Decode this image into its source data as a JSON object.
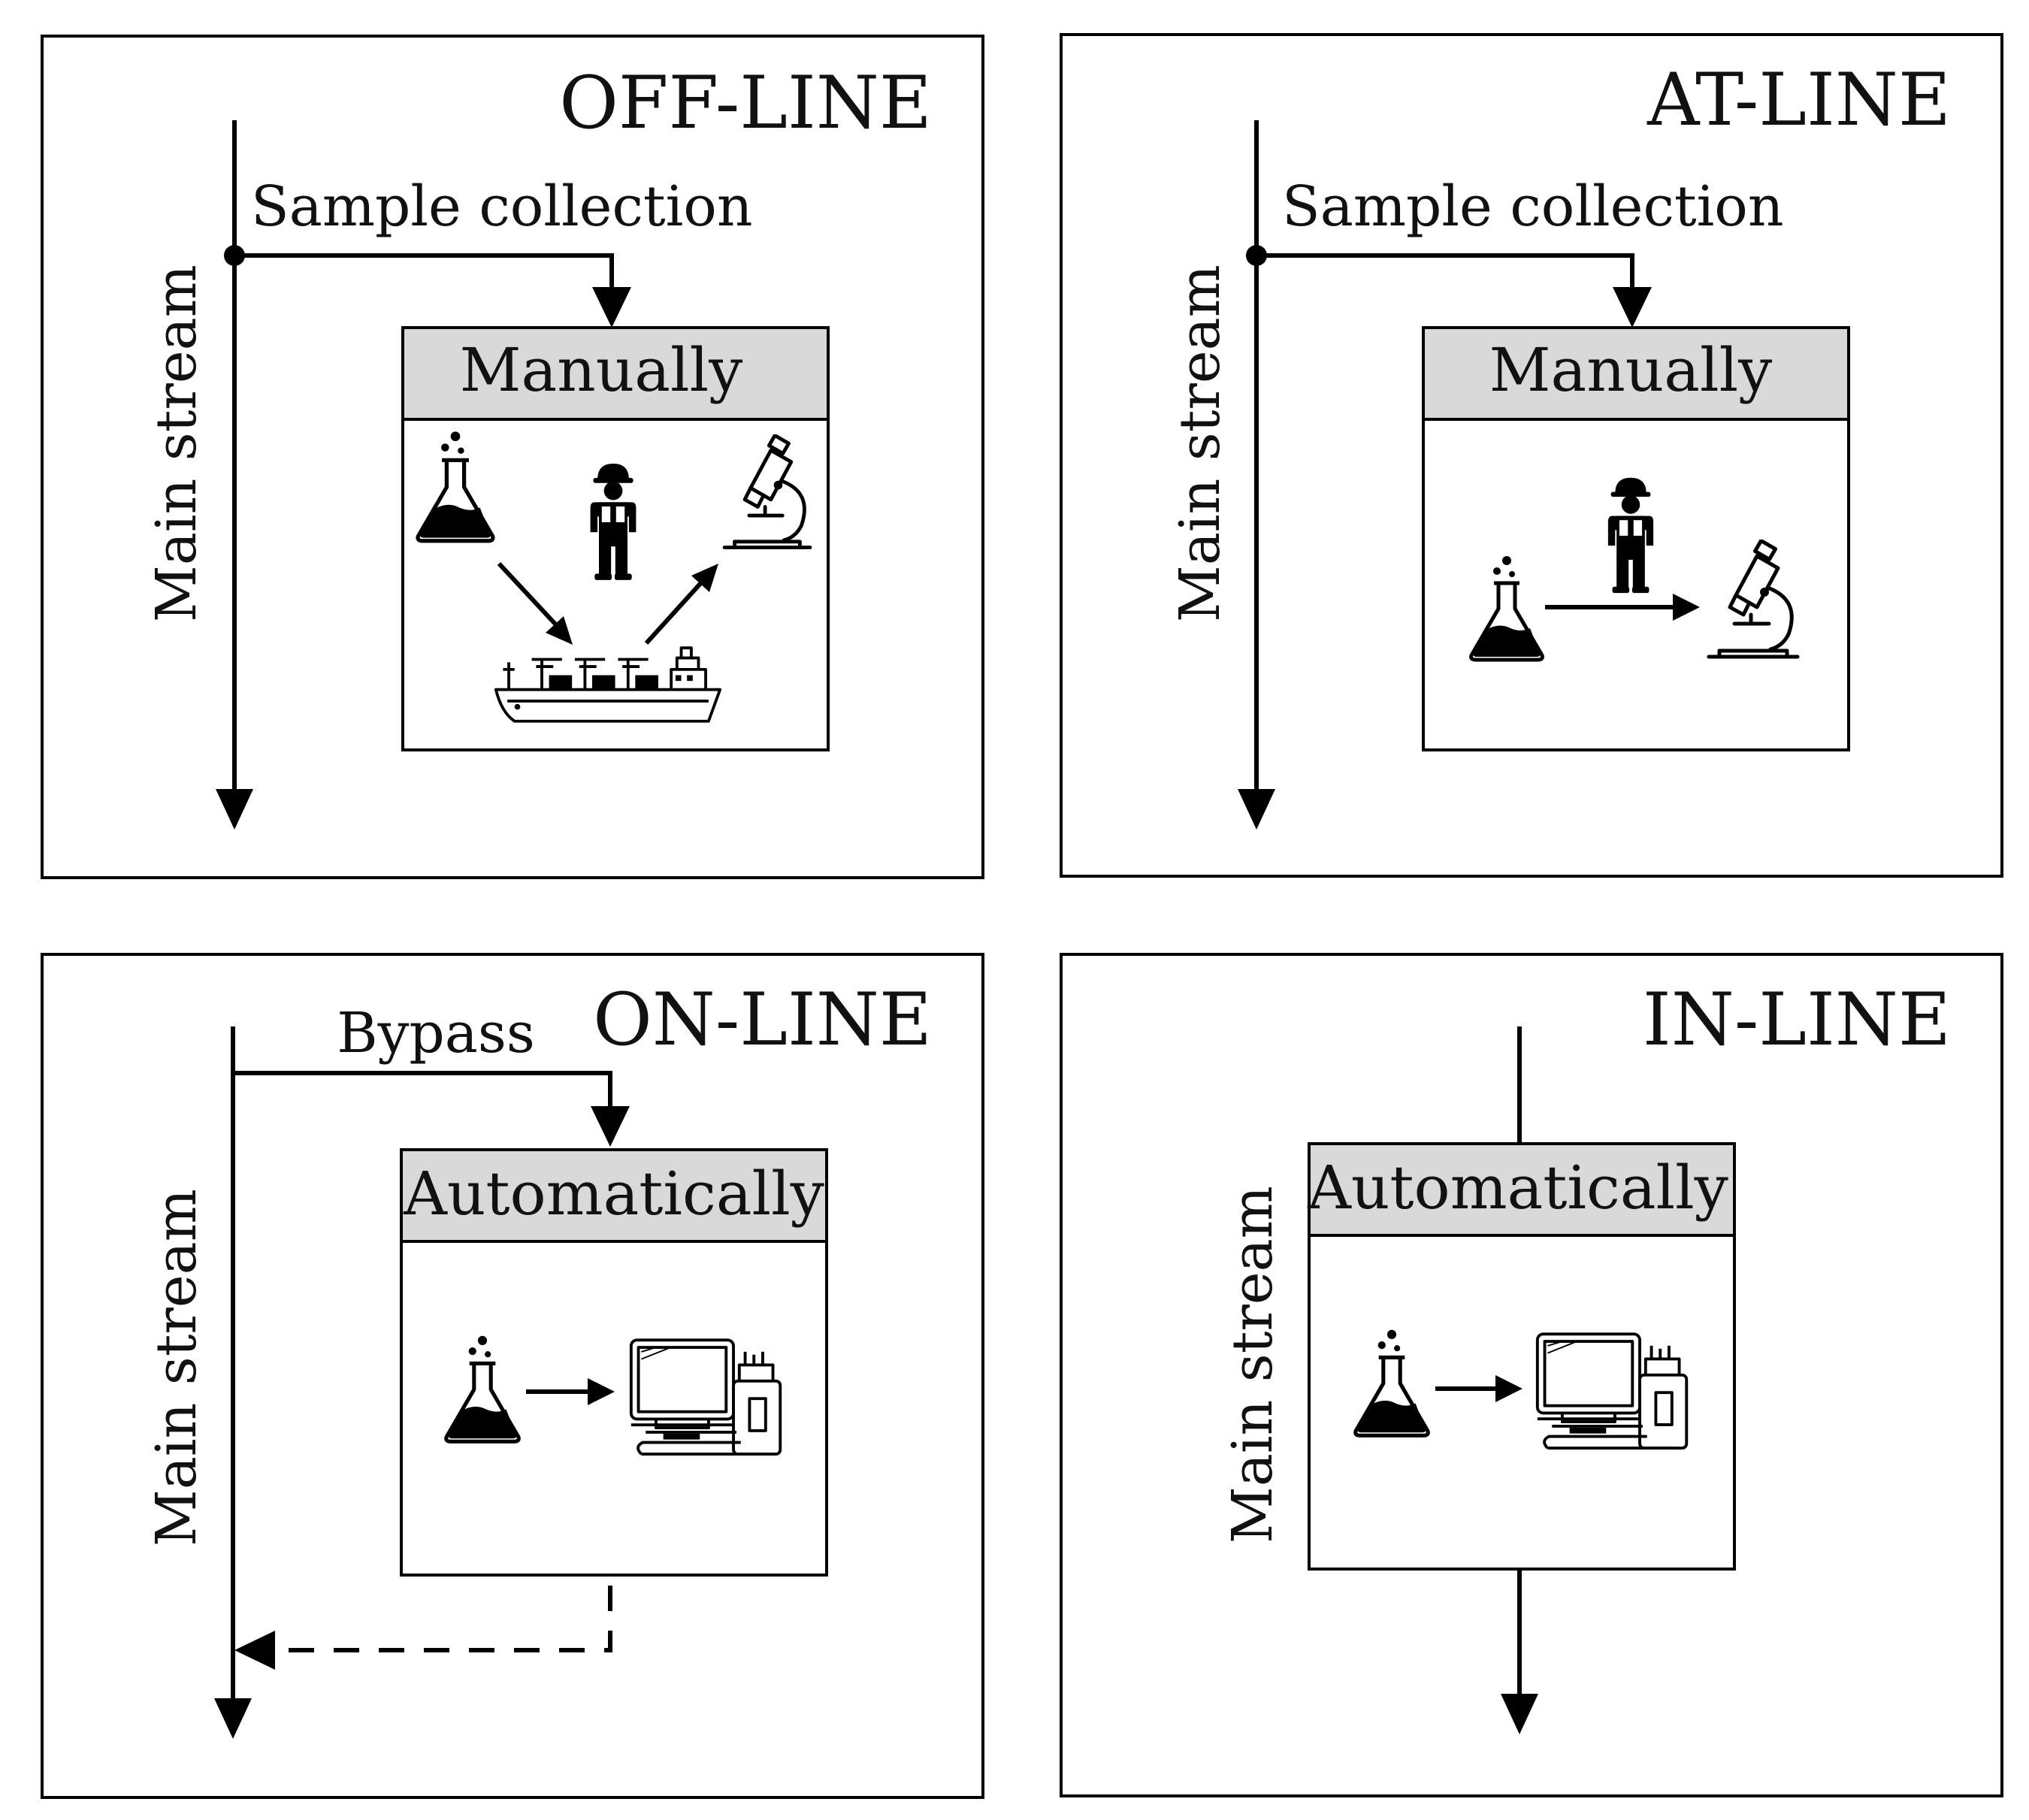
{
  "panels": {
    "off_line": {
      "title": "OFF-LINE",
      "flow_label": "Sample collection",
      "stream_label": "Main stream",
      "box_header": "Manually"
    },
    "at_line": {
      "title": "AT-LINE",
      "flow_label": "Sample collection",
      "stream_label": "Main stream",
      "box_header": "Manually"
    },
    "on_line": {
      "title": "ON-LINE",
      "flow_label": "Bypass",
      "stream_label": "Main stream",
      "box_header": "Automatically"
    },
    "in_line": {
      "title": "IN-LINE",
      "stream_label": "Main stream",
      "box_header": "Automatically"
    }
  },
  "icons": [
    "flask-icon",
    "worker-icon",
    "microscope-icon",
    "ship-icon",
    "analyzer-icon"
  ],
  "colors": {
    "line": "#000000",
    "header_fill": "#d9d9d9",
    "background": "#ffffff"
  }
}
